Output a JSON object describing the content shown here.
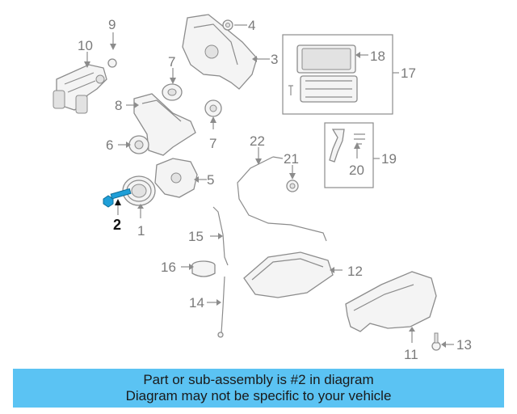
{
  "diagram": {
    "callouts": {
      "c1": "1",
      "c2": "2",
      "c3": "3",
      "c4": "4",
      "c5": "5",
      "c6": "6",
      "c7a": "7",
      "c7b": "7",
      "c8": "8",
      "c9": "9",
      "c10": "10",
      "c11": "11",
      "c12": "12",
      "c13": "13",
      "c14": "14",
      "c15": "15",
      "c16": "16",
      "c17": "17",
      "c18": "18",
      "c19": "19",
      "c20": "20",
      "c21": "21",
      "c22": "22"
    },
    "highlight_color": "#1f9fd8",
    "highlighted_part": "2"
  },
  "banner": {
    "line1": "Part or sub-assembly is #2 in diagram",
    "line2": "Diagram may not be specific to your vehicle",
    "color": "#5bc3f3"
  }
}
